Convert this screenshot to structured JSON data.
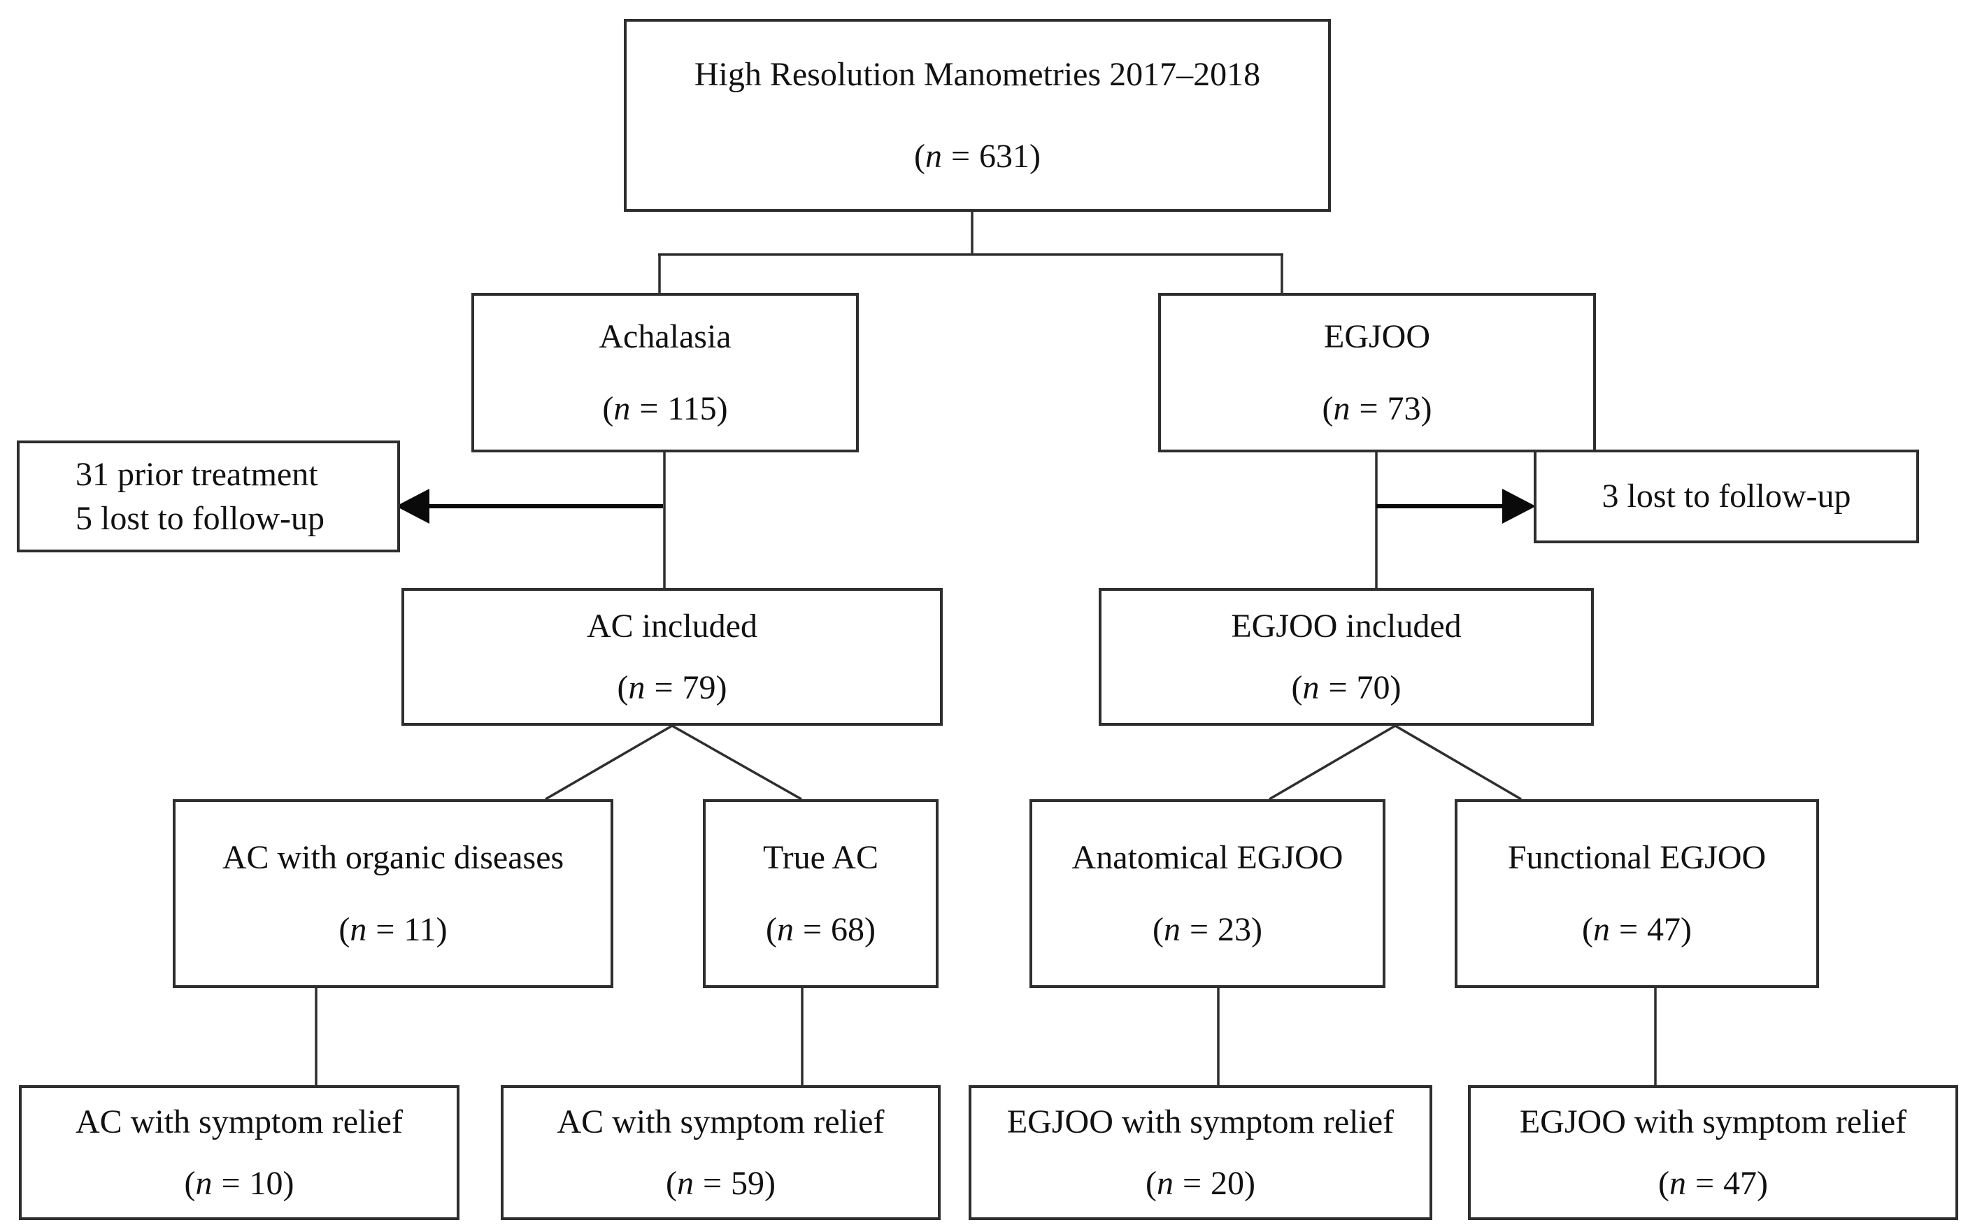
{
  "figure": {
    "colors": {
      "ink": "#111111",
      "line": "#2e2e2e",
      "background": "#ffffff"
    },
    "common": {
      "paren_open": "(",
      "n_symbol": "n",
      "equals": "=",
      "paren_close": ")"
    },
    "boxes": {
      "root": {
        "label": "High Resolution Manometries 2017–2018",
        "n": "631"
      },
      "achalasia": {
        "label": "Achalasia",
        "n": "115"
      },
      "egjoo": {
        "label": "EGJOO",
        "n": "73"
      },
      "excluded_left": {
        "line1": "31 prior treatment",
        "line2": "5 lost to follow-up"
      },
      "excluded_right": {
        "line1": "3 lost to follow-up"
      },
      "ac_included": {
        "label": "AC included",
        "n": "79"
      },
      "egjoo_included": {
        "label": "EGJOO included",
        "n": "70"
      },
      "ac_organic": {
        "label": "AC with organic diseases",
        "n": "11"
      },
      "true_ac": {
        "label": "True AC",
        "n": "68"
      },
      "anat_egjoo": {
        "label": "Anatomical EGJOO",
        "n": "23"
      },
      "func_egjoo": {
        "label": "Functional EGJOO",
        "n": "47"
      },
      "relief_a": {
        "label": "AC with symptom relief",
        "n": "10"
      },
      "relief_b": {
        "label": "AC with symptom relief",
        "n": "59"
      },
      "relief_c": {
        "label": "EGJOO with symptom relief",
        "n": "20"
      },
      "relief_d": {
        "label": "EGJOO with symptom relief",
        "n": "47"
      }
    }
  }
}
